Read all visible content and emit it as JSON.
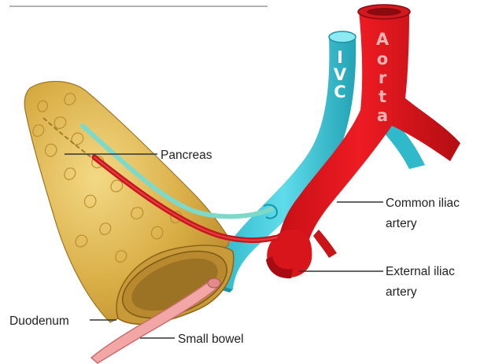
{
  "labels": {
    "pancreas": "Pancreas",
    "common_iliac_1": "Common iliac",
    "common_iliac_2": "artery",
    "external_iliac_1": "External iliac",
    "external_iliac_2": "artery",
    "duodenum": "Duodenum",
    "small_bowel": "Small bowel"
  },
  "vessel_letters": {
    "ivc": [
      "I",
      "V",
      "C"
    ],
    "aorta": [
      "A",
      "o",
      "r",
      "t",
      "a"
    ]
  },
  "colors": {
    "aorta": "#e3141b",
    "aorta_shadow": "#a80c12",
    "ivc": "#3cc9d9",
    "ivc_shadow": "#1b94a6",
    "pancreas": "#d6aa42",
    "pancreas_light": "#f0d27e",
    "pancreas_lobule": "#b88a2c",
    "bowel": "#f2a6a6",
    "vein_graft": "#7fd9c8",
    "artery_graft": "#c9161c",
    "ivc_text": "#ffffff",
    "aorta_text": "#f7b3b3"
  }
}
